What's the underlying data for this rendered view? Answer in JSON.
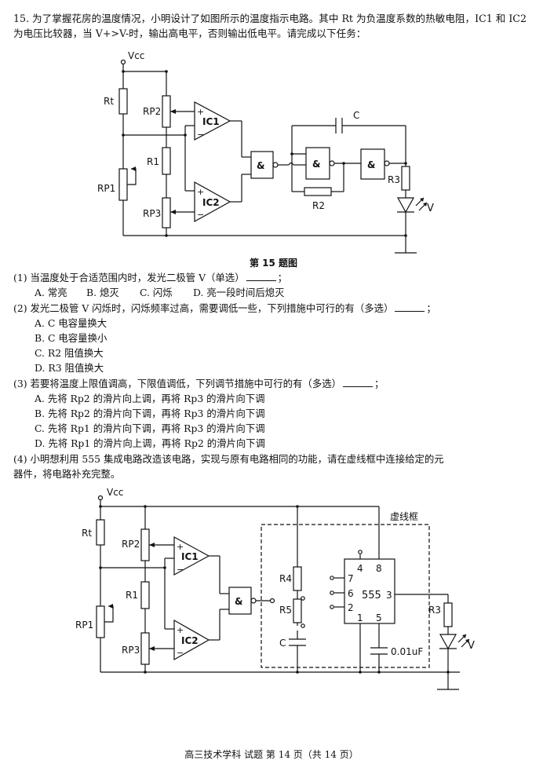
{
  "question": {
    "intro": "15. 为了掌握花房的温度情况，小明设计了如图所示的温度指示电路。其中 Rt 为负温度系数的热敏电阻，IC1 和 IC2 为电压比较器，当 V+>V-时，输出高电平，否则输出低电平。请完成以下任务：",
    "figure_caption": "第 15 题图",
    "q1": {
      "stem": "(1) 当温度处于合适范围内时，发光二极管 V（单选）",
      "tail": "；",
      "options": [
        "A. 常亮",
        "B. 熄灭",
        "C. 闪烁",
        "D. 亮一段时间后熄灭"
      ]
    },
    "q2": {
      "stem": "(2) 发光二极管 V 闪烁时，闪烁频率过高，需要调低一些，下列措施中可行的有（多选）",
      "tail": "；",
      "options": [
        "A. C 电容量换大",
        "B. C 电容量换小",
        "C. R2 阻值换大",
        "D. R3 阻值换大"
      ]
    },
    "q3": {
      "stem": "(3) 若要将温度上限值调高，下限值调低，下列调节措施中可行的有（多选）",
      "tail": "；",
      "options": [
        "A. 先将 Rp2 的滑片向上调，再将 Rp3 的滑片向下调",
        "B. 先将 Rp2 的滑片向下调，再将 Rp3 的滑片向下调",
        "C. 先将 Rp1 的滑片向下调，再将 Rp3 的滑片向下调",
        "D. 先将 Rp1 的滑片向上调，再将 Rp2 的滑片向下调"
      ]
    },
    "q4": {
      "stem_line1": "(4) 小明想利用 555 集成电路改造该电路，实现与原有电路相同的功能，请在虚线框中连接给定的元",
      "stem_line2": "器件，将电路补充完整。"
    }
  },
  "circuit1": {
    "labels": {
      "vcc": "Vcc",
      "rt": "Rt",
      "rp2": "RP2",
      "rp1": "RP1",
      "rp3": "RP3",
      "r1": "R1",
      "ic1": "IC1",
      "ic2": "IC2",
      "and": "&",
      "cap": "C",
      "r2": "R2",
      "r3": "R3",
      "led": "V",
      "plus": "+",
      "minus": "−"
    }
  },
  "circuit2": {
    "labels": {
      "vcc": "Vcc",
      "rt": "Rt",
      "rp2": "RP2",
      "rp1": "RP1",
      "rp3": "RP3",
      "r1": "R1",
      "ic1": "IC1",
      "ic2": "IC2",
      "and": "&",
      "dashed_box": "虚线框",
      "r4": "R4",
      "r5": "R5",
      "cap": "C",
      "cap2": "0.01uF",
      "chip": "555",
      "pin4": "4",
      "pin8": "8",
      "pin7": "7",
      "pin6": "6",
      "pin2": "2",
      "pin3": "3",
      "pin1": "1",
      "pin5": "5",
      "r3": "R3",
      "led": "V",
      "plus": "+",
      "minus": "−"
    }
  },
  "footer": "高三技术学科 试题 第 14 页（共 14 页）"
}
